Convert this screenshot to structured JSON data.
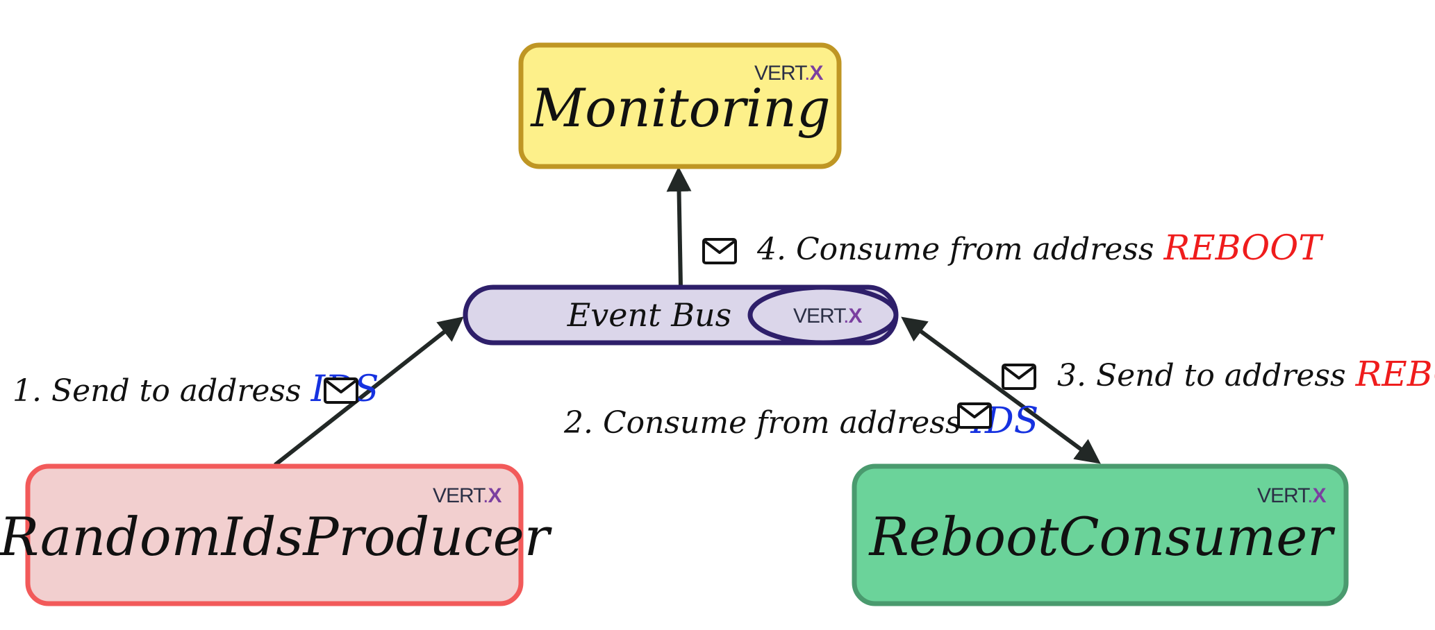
{
  "nodes": {
    "monitoring": {
      "title": "Monitoring",
      "fill": "#fdf08a",
      "stroke": "#bf9624"
    },
    "producer": {
      "title": "RandomIdsProducer",
      "fill": "#f2cfcf",
      "stroke": "#f25a5a"
    },
    "consumer": {
      "title": "RebootConsumer",
      "fill": "#6bd39a",
      "stroke": "#4a9a6e"
    }
  },
  "event_bus": {
    "label": "Event Bus",
    "fill": "#dbd6ea",
    "stroke": "#2e1f6a"
  },
  "logo": {
    "word": "VERT",
    "dot": ".",
    "x": "X",
    "word_color": "#2b2f45",
    "x_color": "#7b3fa0"
  },
  "steps": {
    "step1": {
      "text": "1. Send to address ",
      "address": "IDS"
    },
    "step2": {
      "text": "2. Consume from address ",
      "address": "IDS"
    },
    "step3": {
      "text": "3. Send to address ",
      "address": "REBOOT"
    },
    "step4": {
      "text": "4. Consume from address ",
      "address": "REBOOT"
    }
  },
  "colors": {
    "ids": "#1632e0",
    "reboot": "#ef1c1c",
    "arrow": "#222826"
  }
}
